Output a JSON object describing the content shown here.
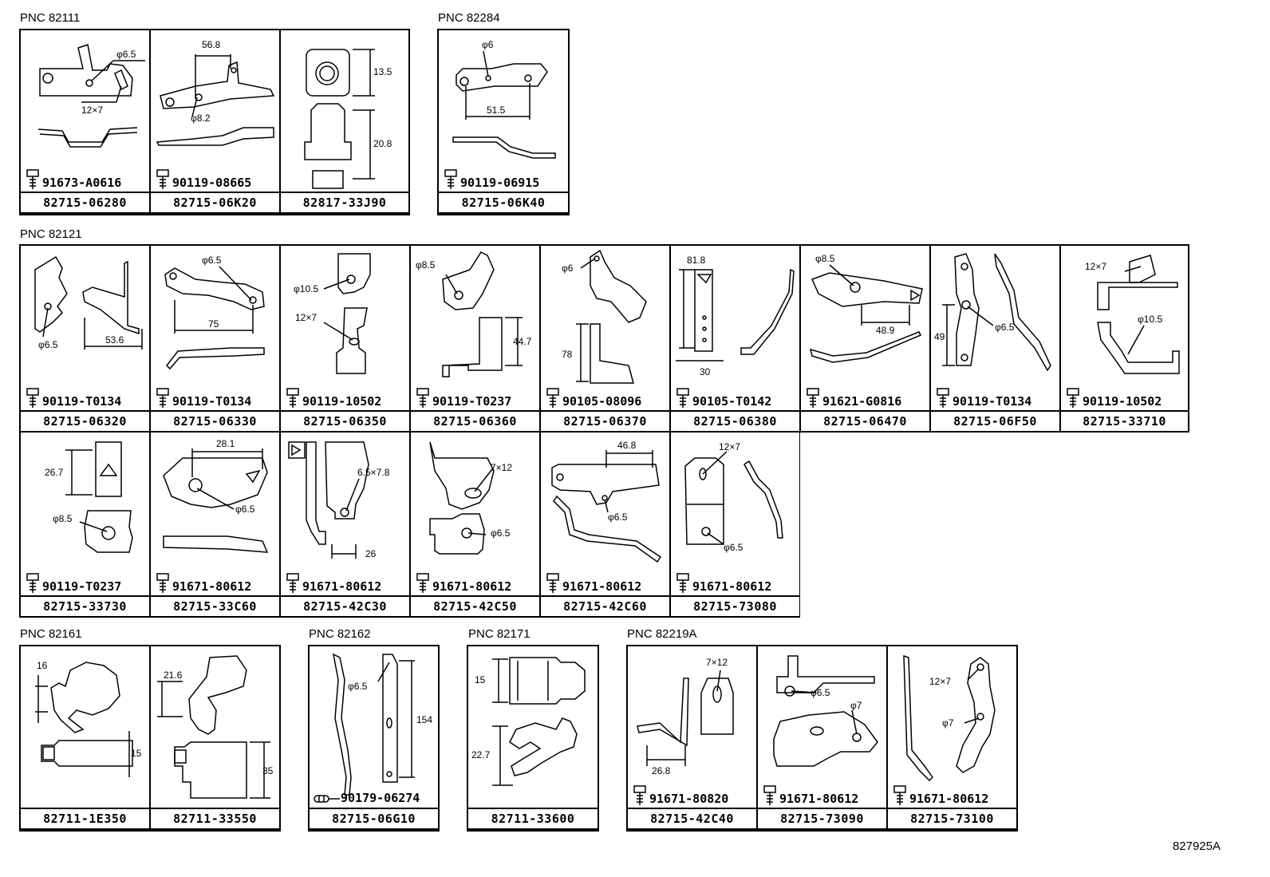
{
  "groups": [
    {
      "pnc": "PNC 82111",
      "parts": [
        {
          "bolt": "91673-A0616",
          "part": "82715-06280",
          "dims": [
            "φ6.5",
            "12×7"
          ]
        },
        {
          "bolt": "90119-08665",
          "part": "82715-06K20",
          "dims": [
            "56.8",
            "φ8.2"
          ]
        },
        {
          "bolt": "",
          "part": "82817-33J90",
          "dims": [
            "13.5",
            "20.8"
          ]
        }
      ]
    },
    {
      "pnc": "PNC 82284",
      "parts": [
        {
          "bolt": "90119-06915",
          "part": "82715-06K40",
          "dims": [
            "φ6",
            "51.5"
          ]
        }
      ]
    },
    {
      "pnc": "PNC 82121",
      "parts": [
        {
          "bolt": "90119-T0134",
          "part": "82715-06320",
          "dims": [
            "φ6.5",
            "53.6"
          ]
        },
        {
          "bolt": "90119-T0134",
          "part": "82715-06330",
          "dims": [
            "φ6.5",
            "75"
          ]
        },
        {
          "bolt": "90119-10502",
          "part": "82715-06350",
          "dims": [
            "φ10.5",
            "12×7"
          ]
        },
        {
          "bolt": "90119-T0237",
          "part": "82715-06360",
          "dims": [
            "φ8.5",
            "44.7"
          ]
        },
        {
          "bolt": "90105-08096",
          "part": "82715-06370",
          "dims": [
            "φ6",
            "78"
          ]
        },
        {
          "bolt": "90105-T0142",
          "part": "82715-06380",
          "dims": [
            "81.8",
            "30"
          ]
        },
        {
          "bolt": "91621-G0816",
          "part": "82715-06470",
          "dims": [
            "φ8.5",
            "48.9"
          ]
        },
        {
          "bolt": "90119-T0134",
          "part": "82715-06F50",
          "dims": [
            "49",
            "φ6.5"
          ]
        },
        {
          "bolt": "90119-10502",
          "part": "82715-33710",
          "dims": [
            "12×7",
            "φ10.5"
          ]
        },
        {
          "bolt": "90119-T0237",
          "part": "82715-33730",
          "dims": [
            "26.7",
            "φ8.5"
          ]
        },
        {
          "bolt": "91671-80612",
          "part": "82715-33C60",
          "dims": [
            "28.1",
            "φ6.5"
          ]
        },
        {
          "bolt": "91671-80612",
          "part": "82715-42C30",
          "dims": [
            "6.5×7.8",
            "26"
          ]
        },
        {
          "bolt": "91671-80612",
          "part": "82715-42C50",
          "dims": [
            "7×12",
            "φ6.5"
          ]
        },
        {
          "bolt": "91671-80612",
          "part": "82715-42C60",
          "dims": [
            "46.8",
            "φ6.5"
          ]
        },
        {
          "bolt": "91671-80612",
          "part": "82715-73080",
          "dims": [
            "12×7",
            "φ6.5"
          ]
        }
      ]
    },
    {
      "pnc": "PNC 82161",
      "parts": [
        {
          "bolt": "",
          "part": "82711-1E350",
          "dims": [
            "16",
            "15"
          ]
        },
        {
          "bolt": "",
          "part": "82711-33550",
          "dims": [
            "21.6",
            "35"
          ]
        }
      ]
    },
    {
      "pnc": "PNC 82162",
      "parts": [
        {
          "bolt": "90179-06274",
          "part": "82715-06G10",
          "dims": [
            "φ6.5",
            "154"
          ]
        }
      ]
    },
    {
      "pnc": "PNC 82171",
      "parts": [
        {
          "bolt": "",
          "part": "82711-33600",
          "dims": [
            "15",
            "22.7"
          ]
        }
      ]
    },
    {
      "pnc": "PNC 82219A",
      "parts": [
        {
          "bolt": "91671-80820",
          "part": "82715-42C40",
          "dims": [
            "7×12",
            "26.8"
          ]
        },
        {
          "bolt": "91671-80612",
          "part": "82715-73090",
          "dims": [
            "φ6.5",
            "φ7"
          ]
        },
        {
          "bolt": "91671-80612",
          "part": "82715-73100",
          "dims": [
            "12×7",
            "φ7"
          ]
        }
      ]
    }
  ],
  "diagram_code": "827925A"
}
